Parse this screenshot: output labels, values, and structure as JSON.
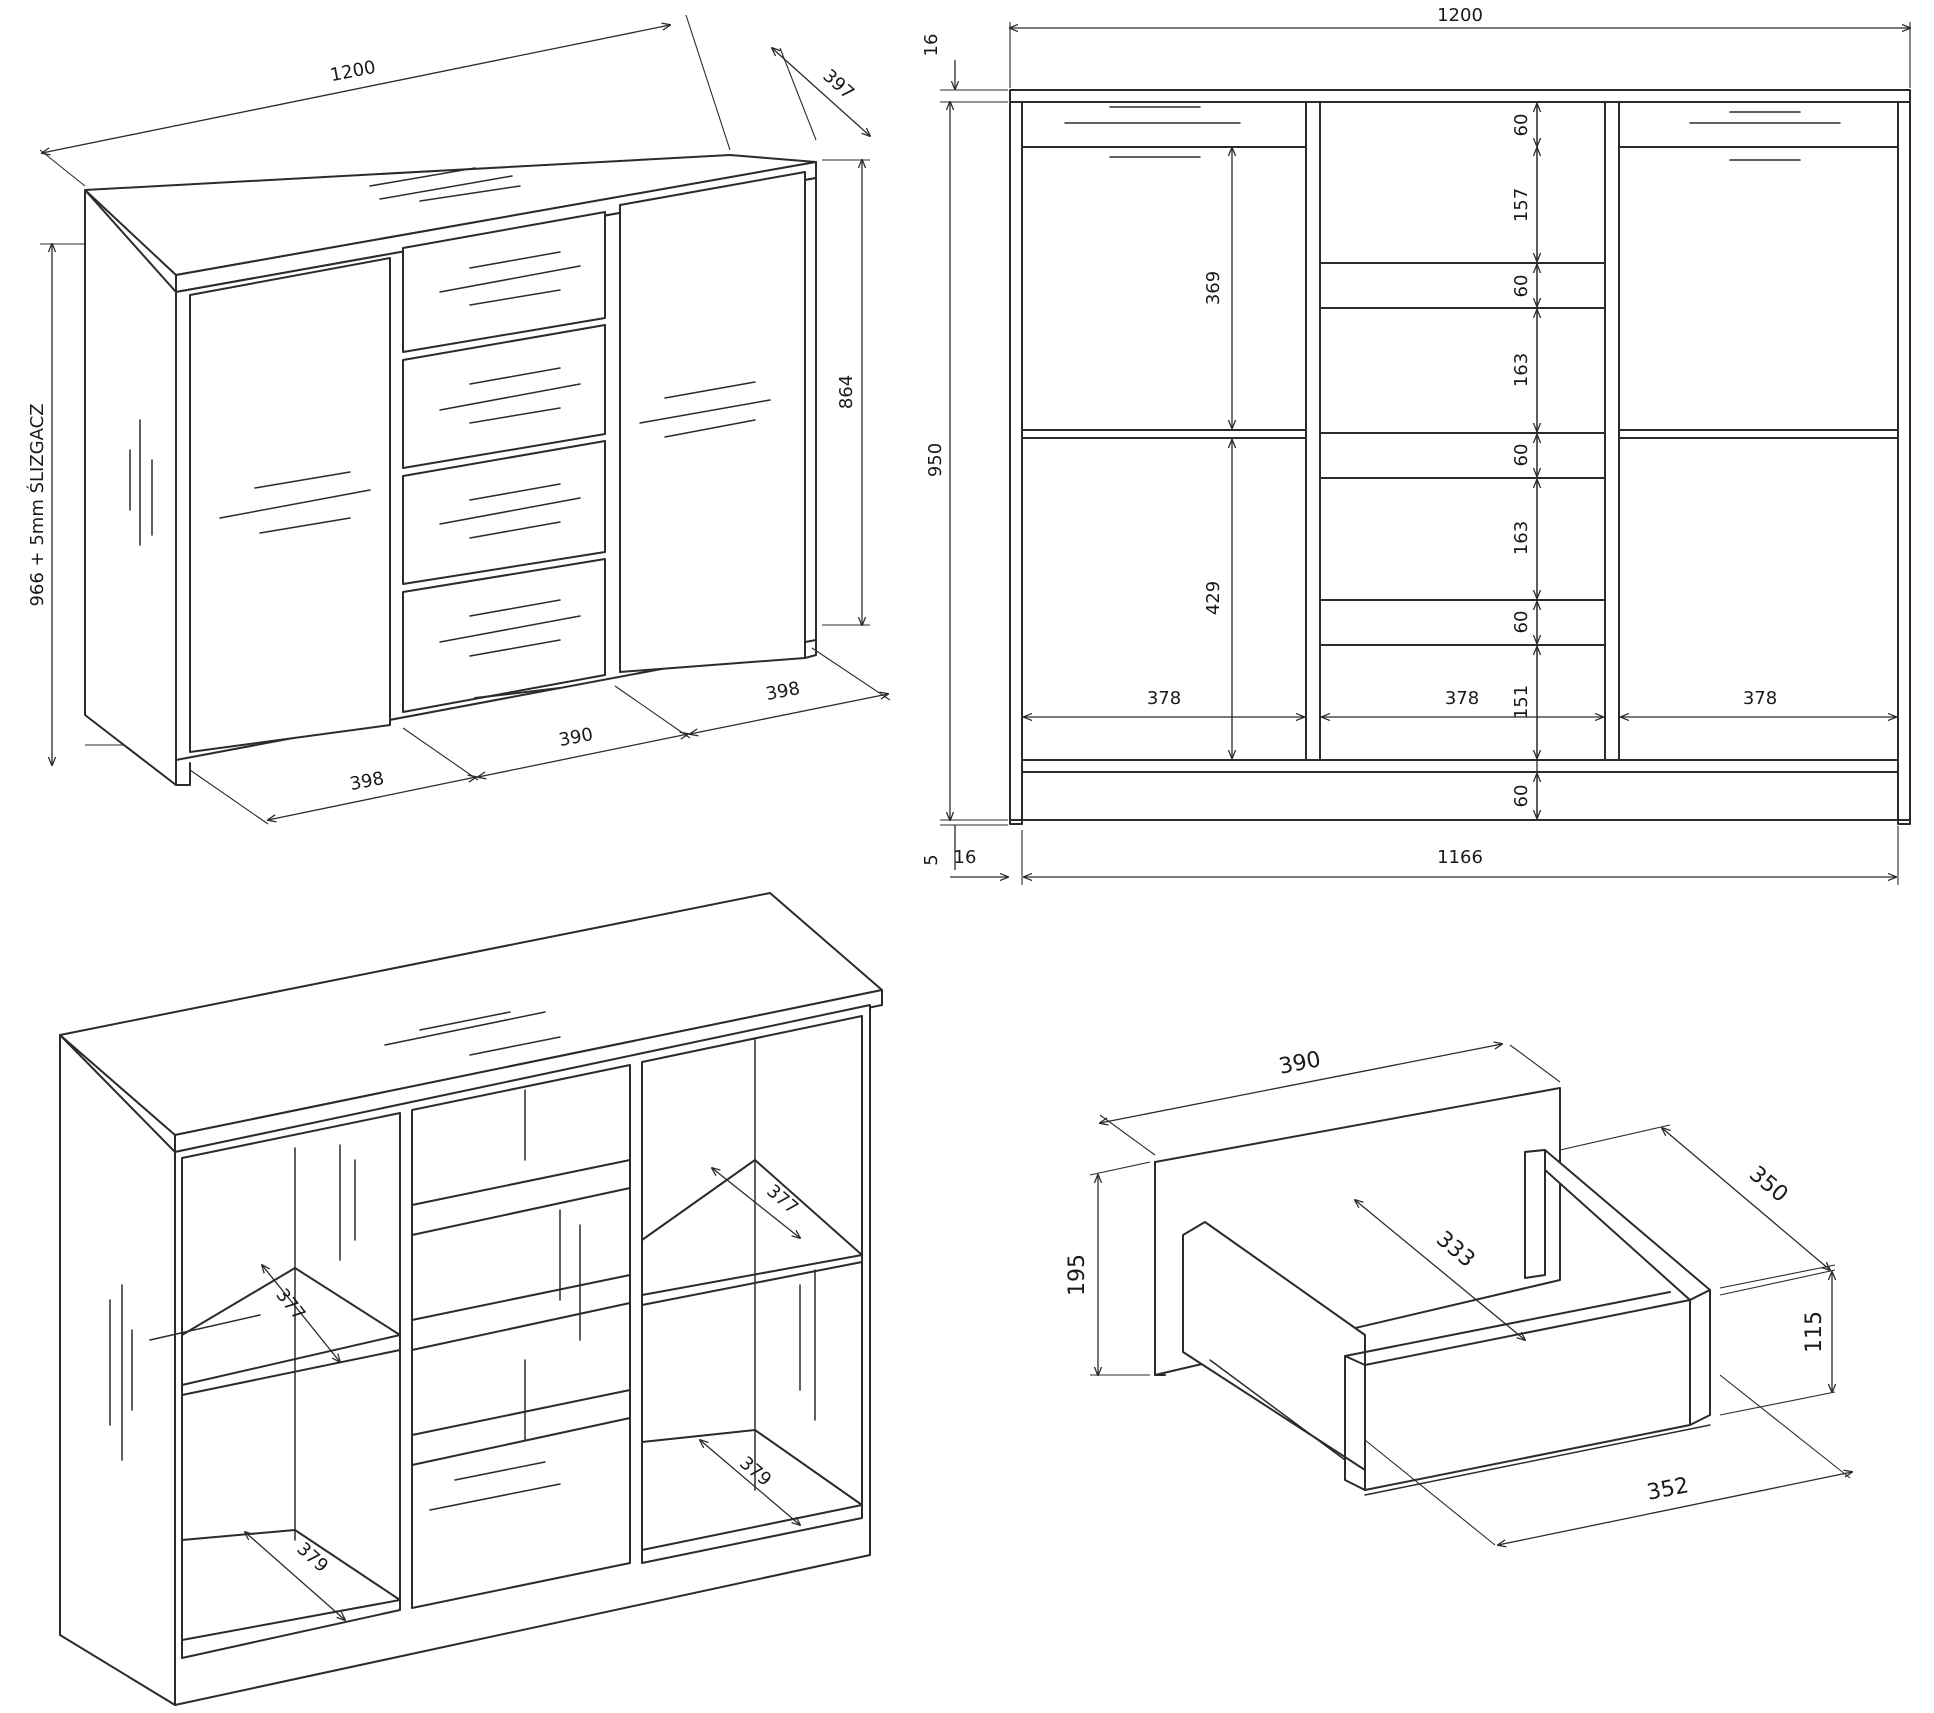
{
  "colors": {
    "line": "#2b2b2b",
    "background": "#ffffff"
  },
  "iso_front": {
    "width": "1200",
    "depth": "397",
    "height_total": "966 + 5mm ŚLIZGACZ",
    "height_body": "864",
    "door_left": "398",
    "drawers": "390",
    "door_right": "398"
  },
  "front_view": {
    "width": "1200",
    "top_thickness": "16",
    "height": "950",
    "inner_width": "1166",
    "side_thickness": "16",
    "glide": "5",
    "upper_compartment": "369",
    "lower_compartment": "429",
    "rails": [
      "60",
      "60",
      "60",
      "60"
    ],
    "drawer_gaps": [
      "157",
      "163",
      "163",
      "151"
    ],
    "plinth": "60",
    "col_left": "378",
    "col_mid": "378",
    "col_right": "378"
  },
  "iso_open": {
    "shelf_top_left": "377",
    "shelf_top_right": "377",
    "shelf_bottom_left": "379",
    "shelf_bottom_right": "379"
  },
  "drawer": {
    "front_width": "390",
    "front_height": "195",
    "depth": "350",
    "inner_depth": "333",
    "side_height": "115",
    "inner_width": "352"
  }
}
